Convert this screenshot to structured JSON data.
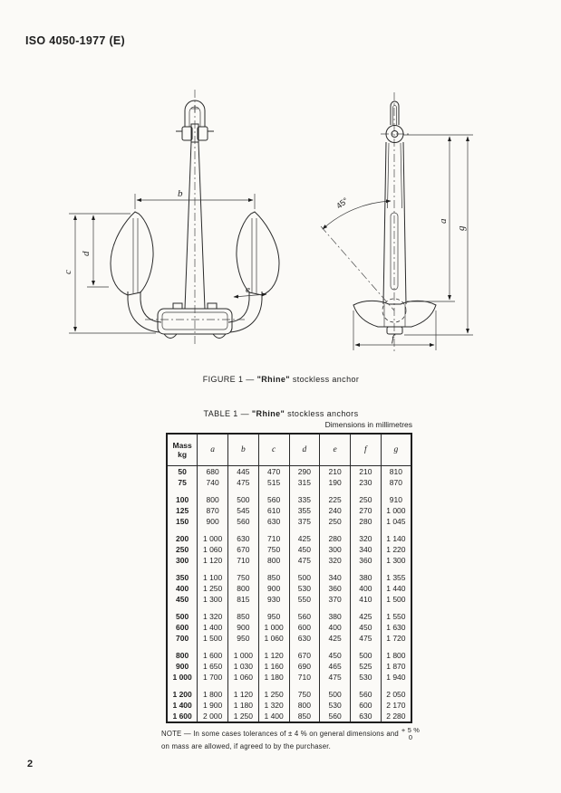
{
  "page": {
    "header": "ISO 4050-1977 (E)",
    "page_number": "2"
  },
  "figure": {
    "caption_prefix": "FIGURE 1 — ",
    "caption_bold": "\"Rhine\"",
    "caption_suffix": " stockless anchor",
    "labels": {
      "front_b": "b",
      "front_c": "c",
      "front_d": "d",
      "front_e": "e",
      "side_a": "a",
      "side_g": "g",
      "side_f": "f",
      "side_angle": "45°"
    }
  },
  "table": {
    "title_prefix": "TABLE 1 — ",
    "title_bold": "\"Rhine\"",
    "title_suffix": " stockless anchors",
    "units_note": "Dimensions in millimetres",
    "columns": {
      "mass_line1": "Mass",
      "mass_line2": "kg",
      "dims": [
        "a",
        "b",
        "c",
        "d",
        "e",
        "f",
        "g"
      ]
    },
    "groups": [
      [
        {
          "mass": "50",
          "values": [
            "680",
            "445",
            "470",
            "290",
            "210",
            "210",
            "810"
          ]
        },
        {
          "mass": "75",
          "values": [
            "740",
            "475",
            "515",
            "315",
            "190",
            "230",
            "870"
          ]
        }
      ],
      [
        {
          "mass": "100",
          "values": [
            "800",
            "500",
            "560",
            "335",
            "225",
            "250",
            "910"
          ]
        },
        {
          "mass": "125",
          "values": [
            "870",
            "545",
            "610",
            "355",
            "240",
            "270",
            "1 000"
          ]
        },
        {
          "mass": "150",
          "values": [
            "900",
            "560",
            "630",
            "375",
            "250",
            "280",
            "1 045"
          ]
        }
      ],
      [
        {
          "mass": "200",
          "values": [
            "1 000",
            "630",
            "710",
            "425",
            "280",
            "320",
            "1 140"
          ]
        },
        {
          "mass": "250",
          "values": [
            "1 060",
            "670",
            "750",
            "450",
            "300",
            "340",
            "1 220"
          ]
        },
        {
          "mass": "300",
          "values": [
            "1 120",
            "710",
            "800",
            "475",
            "320",
            "360",
            "1 300"
          ]
        }
      ],
      [
        {
          "mass": "350",
          "values": [
            "1 100",
            "750",
            "850",
            "500",
            "340",
            "380",
            "1 355"
          ]
        },
        {
          "mass": "400",
          "values": [
            "1 250",
            "800",
            "900",
            "530",
            "360",
            "400",
            "1 440"
          ]
        },
        {
          "mass": "450",
          "values": [
            "1 300",
            "815",
            "930",
            "550",
            "370",
            "410",
            "1 500"
          ]
        }
      ],
      [
        {
          "mass": "500",
          "values": [
            "1 320",
            "850",
            "950",
            "560",
            "380",
            "425",
            "1 550"
          ]
        },
        {
          "mass": "600",
          "values": [
            "1 400",
            "900",
            "1 000",
            "600",
            "400",
            "450",
            "1 630"
          ]
        },
        {
          "mass": "700",
          "values": [
            "1 500",
            "950",
            "1 060",
            "630",
            "425",
            "475",
            "1 720"
          ]
        }
      ],
      [
        {
          "mass": "800",
          "values": [
            "1 600",
            "1 000",
            "1 120",
            "670",
            "450",
            "500",
            "1 800"
          ]
        },
        {
          "mass": "900",
          "values": [
            "1 650",
            "1 030",
            "1 160",
            "690",
            "465",
            "525",
            "1 870"
          ]
        },
        {
          "mass": "1 000",
          "values": [
            "1 700",
            "1 060",
            "1 180",
            "710",
            "475",
            "530",
            "1 940"
          ]
        }
      ],
      [
        {
          "mass": "1 200",
          "values": [
            "1 800",
            "1 120",
            "1 250",
            "750",
            "500",
            "560",
            "2 050"
          ]
        },
        {
          "mass": "1 400",
          "values": [
            "1 900",
            "1 180",
            "1 320",
            "800",
            "530",
            "600",
            "2 170"
          ]
        },
        {
          "mass": "1 600",
          "values": [
            "2 000",
            "1 250",
            "1 400",
            "850",
            "560",
            "630",
            "2 280"
          ]
        }
      ]
    ]
  },
  "note": {
    "line1": "NOTE — In some cases tolerances of ± 4 % on general dimensions",
    "and_word": "and",
    "fraction_top": "+ 5 %",
    "fraction_bottom": "0",
    "line2rest": "on mass are allowed, if agreed to by the purchaser."
  }
}
